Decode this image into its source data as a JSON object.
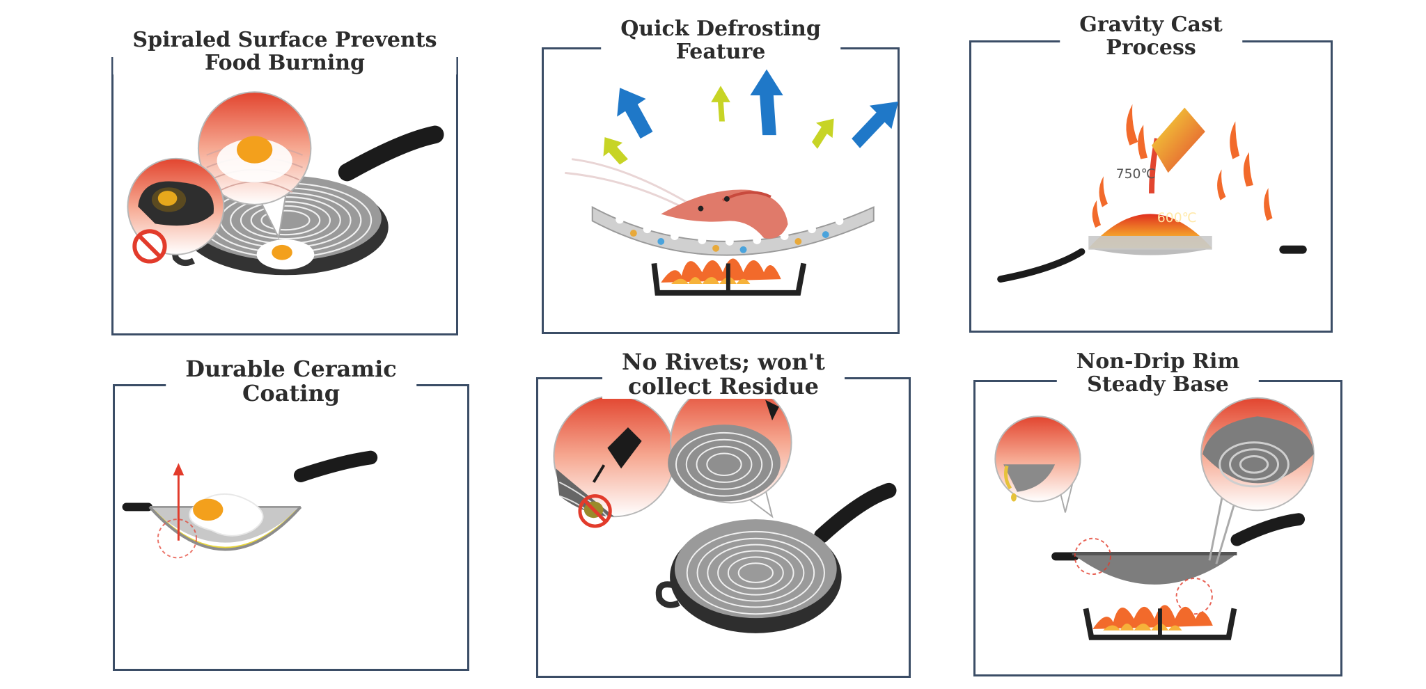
{
  "panels": [
    {
      "id": "spiraled",
      "title_lines": [
        "Spiraled Surface Prevents",
        "Food Burning"
      ]
    },
    {
      "id": "defrost",
      "title_lines": [
        "Quick Defrosting",
        "Feature"
      ]
    },
    {
      "id": "gravity",
      "title_lines": [
        "Gravity Cast",
        "Process"
      ],
      "labels": {
        "temp_high": "750℃",
        "temp_low": "600℃"
      }
    },
    {
      "id": "ceramic",
      "title_lines": [
        "Durable Ceramic",
        "Coating"
      ]
    },
    {
      "id": "rivets",
      "title_lines": [
        "No Rivets; won't",
        "collect Residue"
      ]
    },
    {
      "id": "nondrip",
      "title_lines": [
        "Non-Drip Rim",
        "Steady Base"
      ]
    }
  ],
  "colors": {
    "frame": "#3b4d66",
    "accent_red": "#e23b2b",
    "flame": "#f26a2b",
    "arrow_blue": "#1f78c8",
    "arrow_yellow": "#c7d425",
    "pan_gray": "#8a8a8a",
    "handle_black": "#1b1b1b"
  },
  "icons": [
    "no-entry-icon",
    "arrow-up-icon",
    "flame-icon",
    "pan-icon",
    "egg-icon",
    "shrimp-icon"
  ]
}
